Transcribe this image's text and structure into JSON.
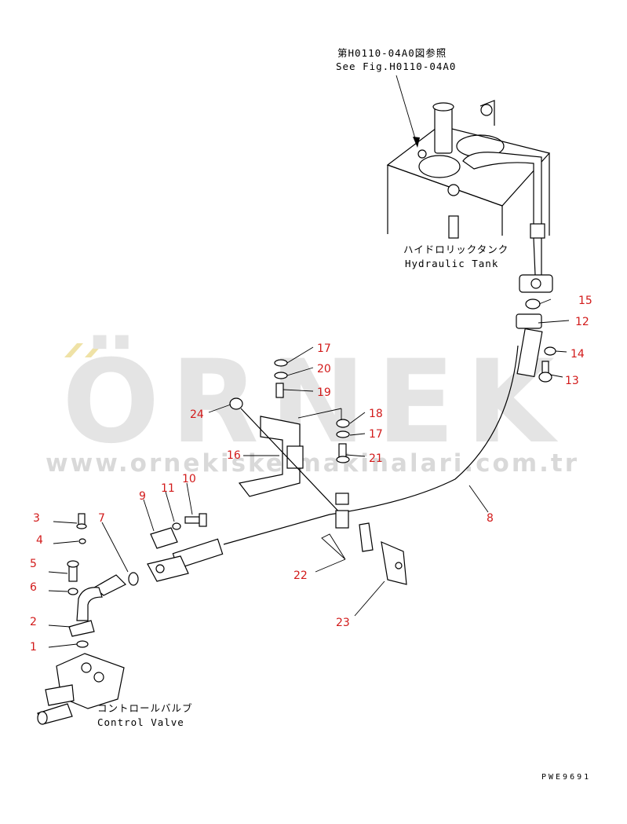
{
  "reference": {
    "jp": "第H0110-04A0図参照",
    "en": "See Fig.H0110-04A0"
  },
  "tank_label": {
    "jp": "ハイドロリックタンク",
    "en": "Hydraulic Tank"
  },
  "valve_label": {
    "jp": "コントロールバルブ",
    "en": "Control Valve"
  },
  "watermark": {
    "brand": "ÖRNEK",
    "url": "www.ornekiskelmakinalari.com.tr",
    "color": "#e3e3e3",
    "accent": "#efe2a6"
  },
  "drawing_code": "PWE9691",
  "parts": [
    {
      "no": "1"
    },
    {
      "no": "2"
    },
    {
      "no": "3"
    },
    {
      "no": "4"
    },
    {
      "no": "5"
    },
    {
      "no": "6"
    },
    {
      "no": "7"
    },
    {
      "no": "8"
    },
    {
      "no": "9"
    },
    {
      "no": "10"
    },
    {
      "no": "11"
    },
    {
      "no": "12"
    },
    {
      "no": "13"
    },
    {
      "no": "14"
    },
    {
      "no": "15"
    },
    {
      "no": "16"
    },
    {
      "no": "17"
    },
    {
      "no": "17"
    },
    {
      "no": "18"
    },
    {
      "no": "19"
    },
    {
      "no": "20"
    },
    {
      "no": "21"
    },
    {
      "no": "22"
    },
    {
      "no": "23"
    },
    {
      "no": "24"
    }
  ],
  "colors": {
    "callout": "#d21a1a",
    "line": "#000000"
  }
}
